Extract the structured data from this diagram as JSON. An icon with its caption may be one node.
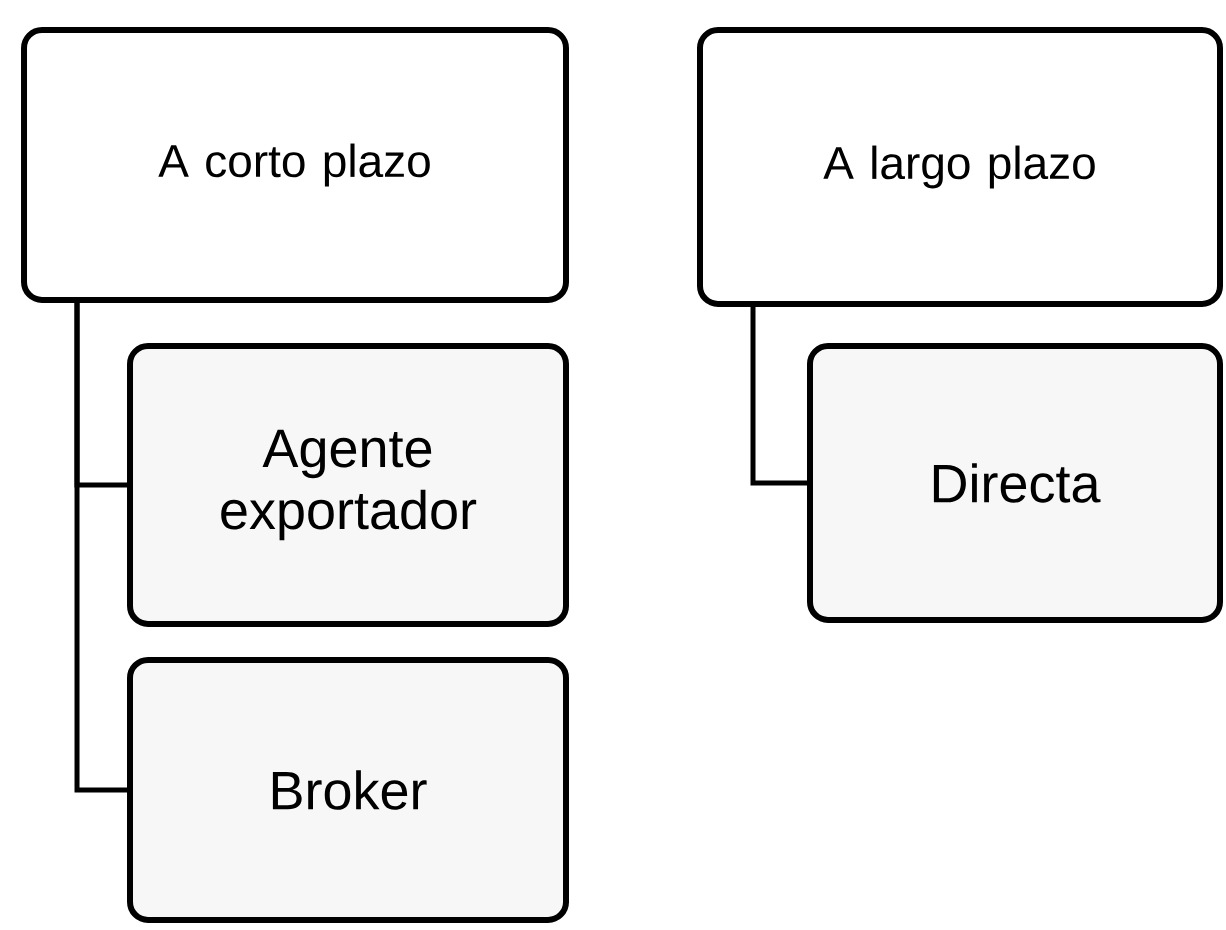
{
  "diagram": {
    "nodes": [
      {
        "text": [
          "A corto plazo"
        ]
      },
      {
        "text": [
          "Agente exportador"
        ]
      },
      {
        "text": [
          "Broker"
        ]
      },
      {
        "text": [
          "A largo plazo"
        ]
      },
      {
        "text": [
          "Directa"
        ]
      }
    ],
    "edges": [
      {
        "from": 0,
        "to": 1,
        "arrow": "none"
      },
      {
        "from": 0,
        "to": 2,
        "arrow": "none"
      },
      {
        "from": 3,
        "to": 4,
        "arrow": "none"
      }
    ]
  }
}
